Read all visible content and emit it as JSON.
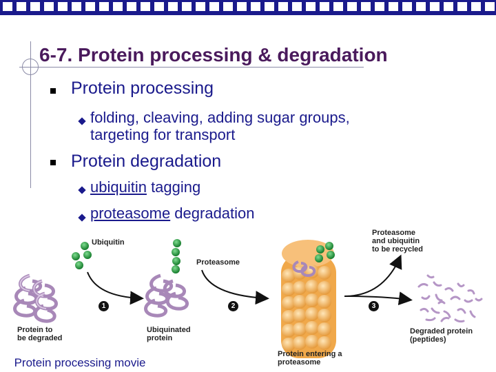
{
  "title": "6-7. Protein processing & degradation",
  "bullets": [
    {
      "text": "Protein processing",
      "sub": [
        "folding, cleaving, adding sugar groups,",
        "targeting for transport"
      ]
    },
    {
      "text": "Protein degradation",
      "sub": [
        {
          "link": "ubiquitin",
          "rest": " tagging"
        },
        {
          "link": "proteasome",
          "rest": " degradation"
        }
      ]
    }
  ],
  "diagram": {
    "labels": {
      "ubiquitin": "Ubiquitin",
      "proteasome": "Proteasome",
      "recycle": [
        "Proteasome",
        "and ubiquitin",
        "to be recycled"
      ],
      "protein_to_degrade": [
        "Protein to",
        "be degraded"
      ],
      "ubiquinated": [
        "Ubiquinated",
        "protein"
      ],
      "entering": [
        "Protein entering a",
        "proteasome"
      ],
      "degraded": [
        "Degraded protein",
        "(peptides)"
      ]
    },
    "steps": [
      "1",
      "2",
      "3"
    ]
  },
  "movie_link": "Protein processing movie",
  "colors": {
    "title": "#4a1a5c",
    "text": "#1a1a8c",
    "ubiquitin": "#1f9a3a",
    "proteasome": "#f2b25c",
    "protein": "#c6a9d2"
  }
}
